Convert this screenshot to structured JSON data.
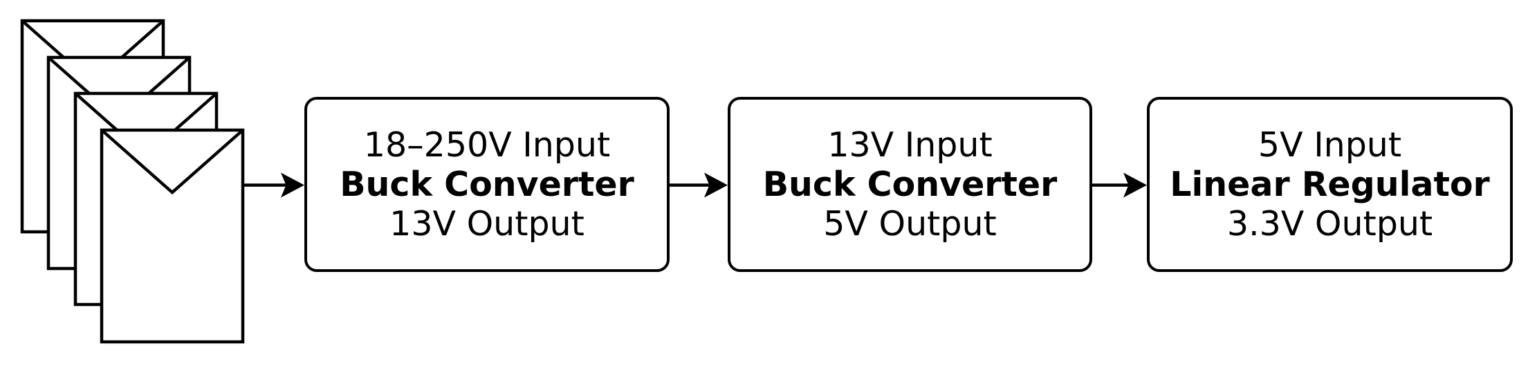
{
  "colors": {
    "background": "#ffffff",
    "line": "#000000",
    "box_fill": "#ffffff",
    "text": "#000000"
  },
  "source": {
    "icon": "stacked-envelopes-icon",
    "count": 4
  },
  "stages": [
    {
      "input_label": "18–250V Input",
      "name": "Buck Converter",
      "output_label": "13V Output"
    },
    {
      "input_label": "13V Input",
      "name": "Buck Converter",
      "output_label": "5V Output"
    },
    {
      "input_label": "5V Input",
      "name": "Linear Regulator",
      "output_label": "3.3V Output"
    }
  ]
}
